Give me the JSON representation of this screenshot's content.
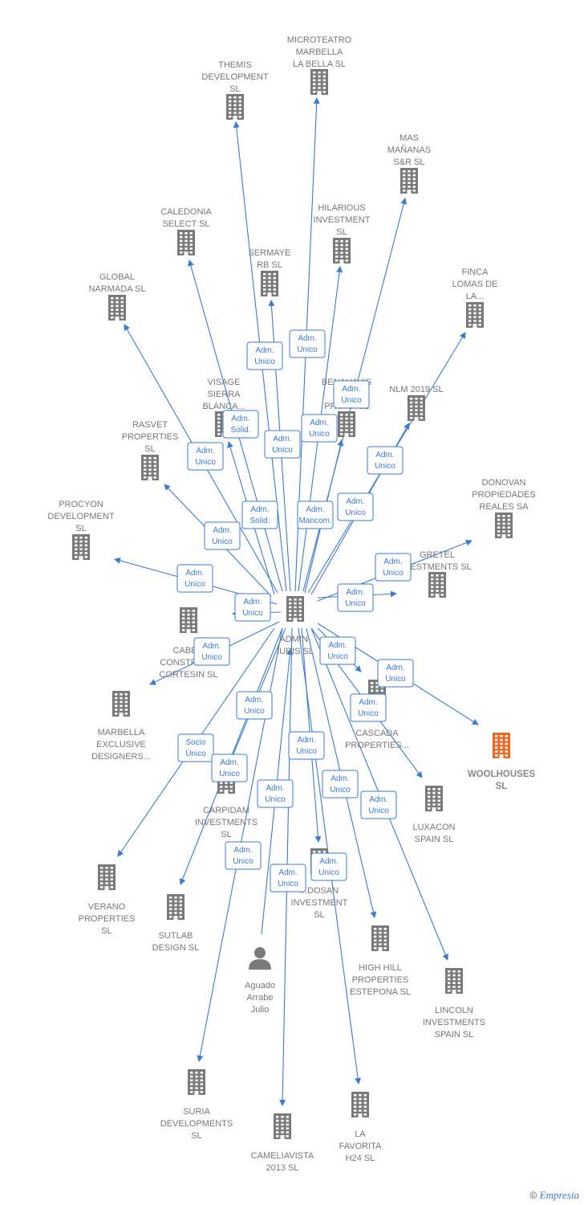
{
  "colors": {
    "node": "#7a7a7a",
    "highlight": "#f26522",
    "edge": "#3a7bd5"
  },
  "center": {
    "lines": [
      "ADMIN-",
      "IURIS  SL"
    ]
  },
  "nodes": [
    {
      "id": "themis",
      "lines": [
        "THEMIS",
        "DEVELOPMENT",
        "SL"
      ]
    },
    {
      "id": "microteatro",
      "lines": [
        "MICROTEATRO",
        "MARBELLA",
        "LA BELLA  SL"
      ]
    },
    {
      "id": "mas-mananas",
      "lines": [
        "MAS",
        "MAÑANAS",
        "S&R  SL"
      ]
    },
    {
      "id": "caledonia",
      "lines": [
        "CALEDONIA",
        "SELECT  SL"
      ]
    },
    {
      "id": "hilarious",
      "lines": [
        "HILARIOUS",
        "INVESTMENT",
        "SL"
      ]
    },
    {
      "id": "sermaye",
      "lines": [
        "SERMAYE",
        "RB  SL"
      ]
    },
    {
      "id": "global-narmada",
      "lines": [
        "GLOBAL",
        "NARMADA  SL"
      ]
    },
    {
      "id": "finca",
      "lines": [
        "FINCA",
        "LOMAS DE",
        "LA..."
      ]
    },
    {
      "id": "visage",
      "lines": [
        "VISAGE",
        "SIERRA",
        "BLANCA..."
      ]
    },
    {
      "id": "benahavis",
      "lines": [
        "BENAHAVIS",
        "PR...",
        "PROP...  SL"
      ]
    },
    {
      "id": "nlm",
      "lines": [
        "NLM 2019  SL"
      ]
    },
    {
      "id": "rasvet",
      "lines": [
        "RASVET",
        "PROPERTIES",
        "SL"
      ]
    },
    {
      "id": "donovan",
      "lines": [
        "DONOVAN",
        "PROPIEDADES",
        "REALES SA"
      ]
    },
    {
      "id": "procyon",
      "lines": [
        "PROCYON",
        "DEVELOPMENT",
        "SL"
      ]
    },
    {
      "id": "gretel",
      "lines": [
        "GRETEL",
        "...ESTMENTS SL"
      ]
    },
    {
      "id": "cabe",
      "lines": [
        "CABE...",
        "CONSTRUC...",
        "CORTESIN  SL"
      ]
    },
    {
      "id": "marbella-exclusive",
      "lines": [
        "MARBELLA",
        "EXCLUSIVE",
        "DESIGNERS..."
      ]
    },
    {
      "id": "cascada",
      "lines": [
        "CASCADA",
        "PROPERTIES..."
      ]
    },
    {
      "id": "woolhouses",
      "lines": [
        "WOOLHOUSES",
        "SL"
      ],
      "highlight": true
    },
    {
      "id": "carpidam",
      "lines": [
        "CARPIDAM",
        "INVESTMENTS",
        "SL"
      ]
    },
    {
      "id": "luxacon",
      "lines": [
        "LUXACON",
        "SPAIN SL"
      ]
    },
    {
      "id": "verano",
      "lines": [
        "VERANO",
        "PROPERTIES",
        "SL"
      ]
    },
    {
      "id": "sutlab",
      "lines": [
        "SUTLAB",
        "DESIGN  SL"
      ]
    },
    {
      "id": "dosan",
      "lines": [
        "...DOSAN",
        "INVESTMENT",
        "SL"
      ]
    },
    {
      "id": "high-hill",
      "lines": [
        "HIGH HILL",
        "PROPERTIES",
        "ESTEPONA SL"
      ]
    },
    {
      "id": "aguado",
      "lines": [
        "Aguado",
        "Arrabe",
        "Julio"
      ],
      "person": true
    },
    {
      "id": "lincoln",
      "lines": [
        "LINCOLN",
        "INVESTMENTS",
        "SPAIN SL"
      ]
    },
    {
      "id": "suria",
      "lines": [
        "SURIA",
        "DEVELOPMENTS",
        "SL"
      ]
    },
    {
      "id": "cameliavista",
      "lines": [
        "CAMELIAVISTA",
        "2013  SL"
      ]
    },
    {
      "id": "la-favorita",
      "lines": [
        "LA",
        "FAVORITA",
        "H24  SL"
      ]
    }
  ],
  "edges": [
    {
      "to": "themis",
      "role": [
        "Adm.",
        "Unico"
      ]
    },
    {
      "to": "microteatro",
      "role": [
        "Adm.",
        "Unico"
      ]
    },
    {
      "to": "mas-mananas",
      "role": [
        "Adm.",
        "Unico"
      ]
    },
    {
      "to": "caledonia",
      "role": [
        "Adm.",
        "Unico"
      ]
    },
    {
      "to": "hilarious",
      "role": [
        "Adm.",
        "Unico"
      ]
    },
    {
      "to": "sermaye",
      "role": [
        "Adm.",
        "Unico"
      ]
    },
    {
      "to": "global-narmada",
      "role": [
        "Adm.",
        "Solid."
      ]
    },
    {
      "to": "finca",
      "role": [
        "Adm.",
        "Unico"
      ]
    },
    {
      "to": "visage",
      "role": [
        "Adm.",
        "Solid."
      ]
    },
    {
      "to": "benahavis",
      "role": [
        "Adm.",
        "Mancom."
      ]
    },
    {
      "to": "nlm",
      "role": [
        "Adm.",
        "Unico"
      ]
    },
    {
      "to": "rasvet",
      "role": [
        "Adm.",
        "Unico"
      ]
    },
    {
      "to": "donovan",
      "role": [
        "Adm.",
        "Unico"
      ]
    },
    {
      "to": "procyon",
      "role": [
        "Adm.",
        "Unico"
      ]
    },
    {
      "to": "gretel",
      "role": [
        "Adm.",
        "Unico"
      ]
    },
    {
      "to": "cabe",
      "role": [
        "Adm.",
        "Unico"
      ]
    },
    {
      "to": "marbella-exclusive",
      "role": [
        "Adm.",
        "Unico"
      ]
    },
    {
      "to": "cascada",
      "role": [
        "Adm.",
        "Unico"
      ]
    },
    {
      "to": "woolhouses",
      "role": [
        "Adm.",
        "Unico"
      ]
    },
    {
      "to": "carpidam",
      "role": [
        "Adm.",
        "Unico"
      ]
    },
    {
      "to": "luxacon",
      "role": [
        "Adm.",
        "Unico"
      ]
    },
    {
      "to": "verano",
      "role": [
        "Socio",
        "Único"
      ]
    },
    {
      "to": "sutlab",
      "role": [
        "Adm.",
        "Unico"
      ]
    },
    {
      "to": "dosan",
      "role": [
        "Adm.",
        "Unico"
      ]
    },
    {
      "to": "high-hill",
      "role": [
        "Adm.",
        "Unico"
      ]
    },
    {
      "to": "lincoln",
      "role": [
        "Adm.",
        "Unico"
      ]
    },
    {
      "to": "suria",
      "role": [
        "Adm.",
        "Unico"
      ]
    },
    {
      "to": "cameliavista",
      "role": [
        "Adm.",
        "Unico"
      ]
    },
    {
      "to": "la-favorita",
      "role": [
        "Adm.",
        "Unico"
      ]
    },
    {
      "from": "aguado",
      "to": "center",
      "role": [
        "Adm.",
        "Unico"
      ]
    }
  ],
  "footer": {
    "copyright": "©",
    "brand": "Empresia"
  }
}
